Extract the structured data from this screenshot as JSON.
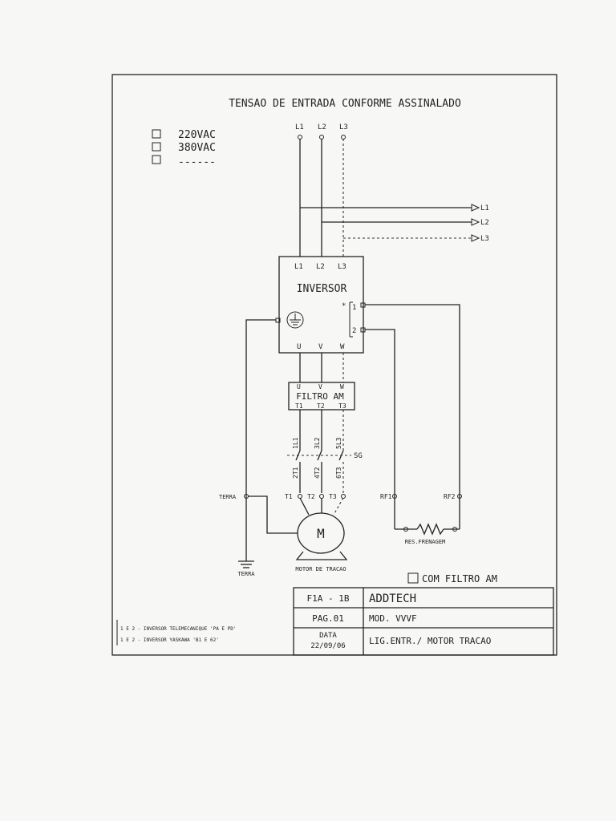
{
  "title": "TENSAO DE ENTRADA CONFORME ASSINALADO",
  "voltage_options": [
    "220VAC",
    "380VAC",
    "------"
  ],
  "supply_lines": [
    "L1",
    "L2",
    "L3"
  ],
  "outputs": [
    "L1",
    "L2",
    "L3"
  ],
  "inverter": {
    "name": "INVERSOR",
    "inputs": [
      "L1",
      "L2",
      "L3"
    ],
    "outputs": [
      "U",
      "V",
      "W"
    ],
    "aux_marker": "*",
    "aux_terminals": [
      "1",
      "2"
    ]
  },
  "filter": {
    "name": "FILTRO AM",
    "inputs": [
      "U",
      "V",
      "W"
    ],
    "outputs": [
      "T1",
      "T2",
      "T3"
    ]
  },
  "contactor": {
    "label": "SG",
    "top": [
      "1L1",
      "3L2",
      "5L3"
    ],
    "bottom": [
      "2T1",
      "4T2",
      "6T3"
    ]
  },
  "motor": {
    "symbol": "M",
    "terminals": [
      "T1",
      "T2",
      "T3"
    ],
    "label": "MOTOR DE TRACAO"
  },
  "ground": {
    "top_label": "TERRA",
    "bottom_label": "TERRA"
  },
  "braking": {
    "rf1": "RF1",
    "rf2": "RF2",
    "resistor_label": "RES.FRENAGEM"
  },
  "filter_option": "COM FILTRO AM",
  "notes": [
    "1 E 2 - INVERSOR TELEMECANIQUE 'PA E PD'",
    "1 E 2 - INVERSOR YASKAWA 'B1 E 62'"
  ],
  "title_block": {
    "drawing": "F1A - 1B",
    "company": "ADDTECH",
    "page": "PAG.01",
    "model": "MOD. VVVF",
    "date_label": "DATA",
    "date": "22/09/06",
    "description": "LIG.ENTR./ MOTOR TRACAO"
  }
}
